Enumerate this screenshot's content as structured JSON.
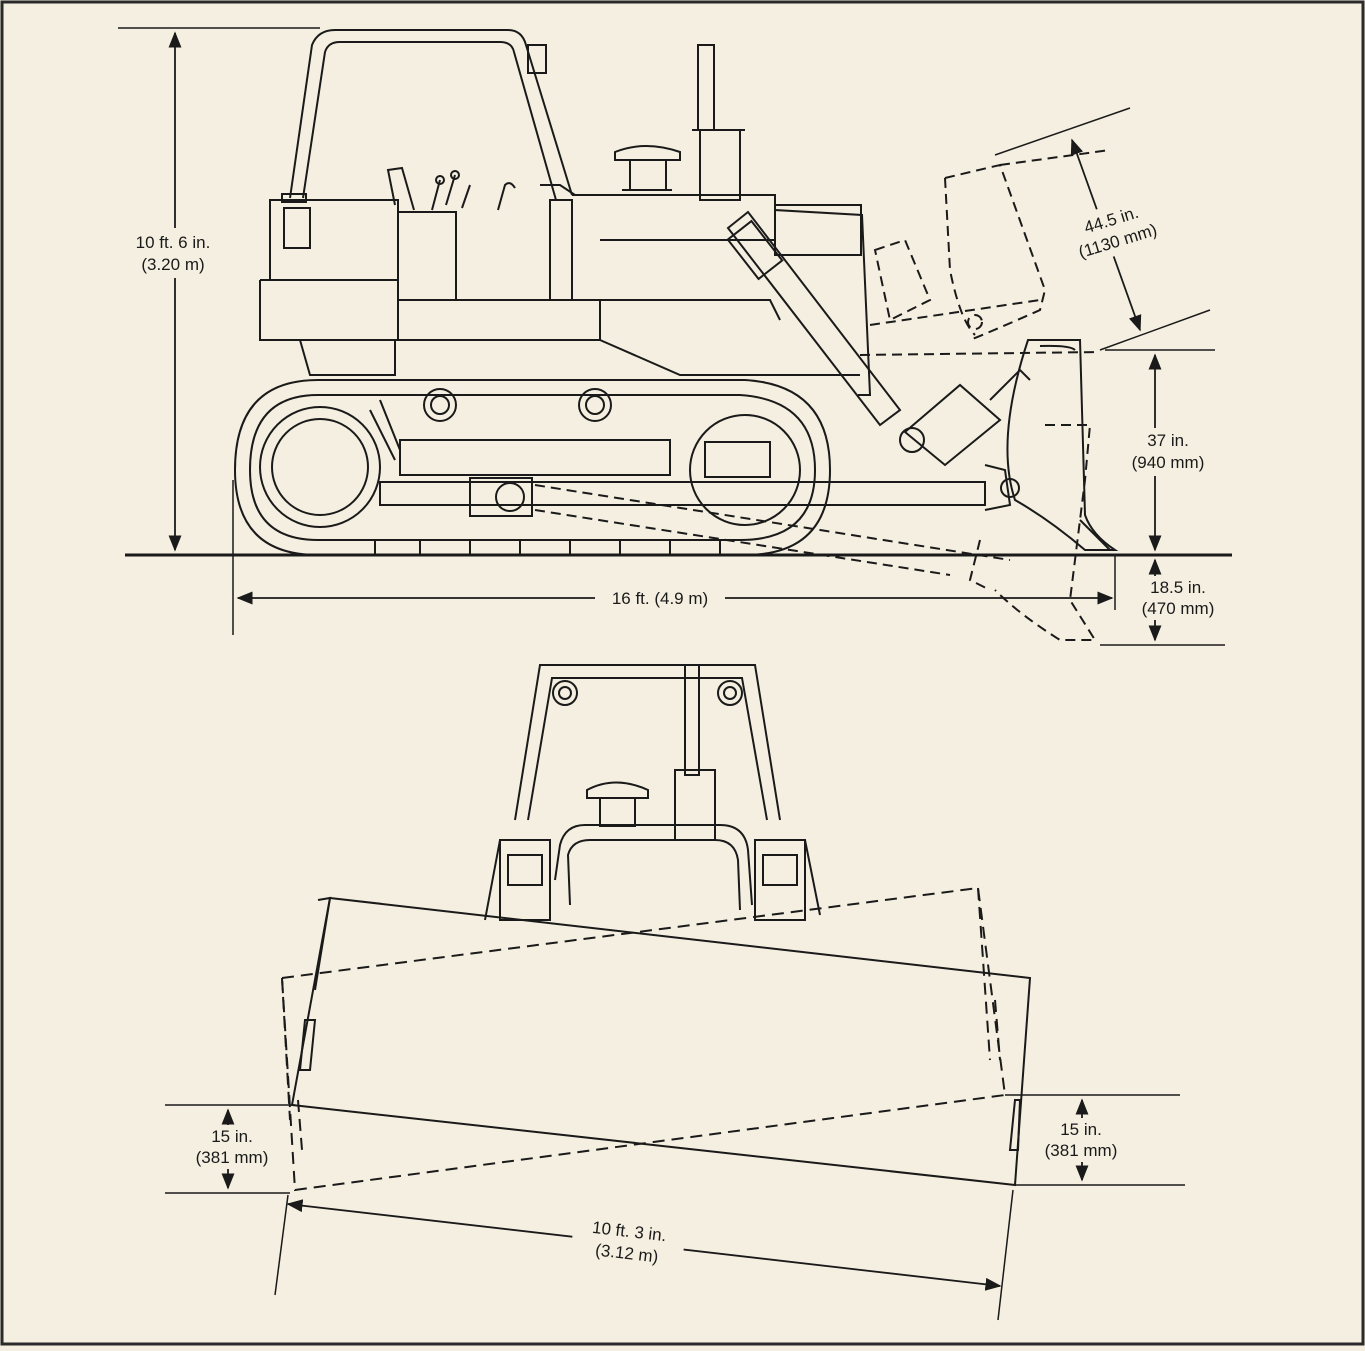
{
  "colors": {
    "paper": "#f4efe0",
    "ink": "#1a1a1a",
    "frame": "#2a2a2a"
  },
  "side_view": {
    "overall_height": {
      "ft": "10 ft. 6 in.",
      "metric": "(3.20 m)"
    },
    "overall_length": {
      "label": "16 ft. (4.9 m)"
    },
    "blade_lift_height": {
      "imperial": "37 in.",
      "metric": "(940 mm)"
    },
    "blade_drop_depth": {
      "imperial": "18.5 in.",
      "metric": "(470 mm)"
    },
    "blade_tilt_travel": {
      "imperial": "44.5 in.",
      "metric": "(1130 mm)"
    }
  },
  "front_view": {
    "left_tilt": {
      "imperial": "15 in.",
      "metric": "(381 mm)"
    },
    "right_tilt": {
      "imperial": "15 in.",
      "metric": "(381 mm)"
    },
    "blade_width": {
      "imperial": "10 ft. 3 in.",
      "metric": "(3.12 m)"
    }
  }
}
